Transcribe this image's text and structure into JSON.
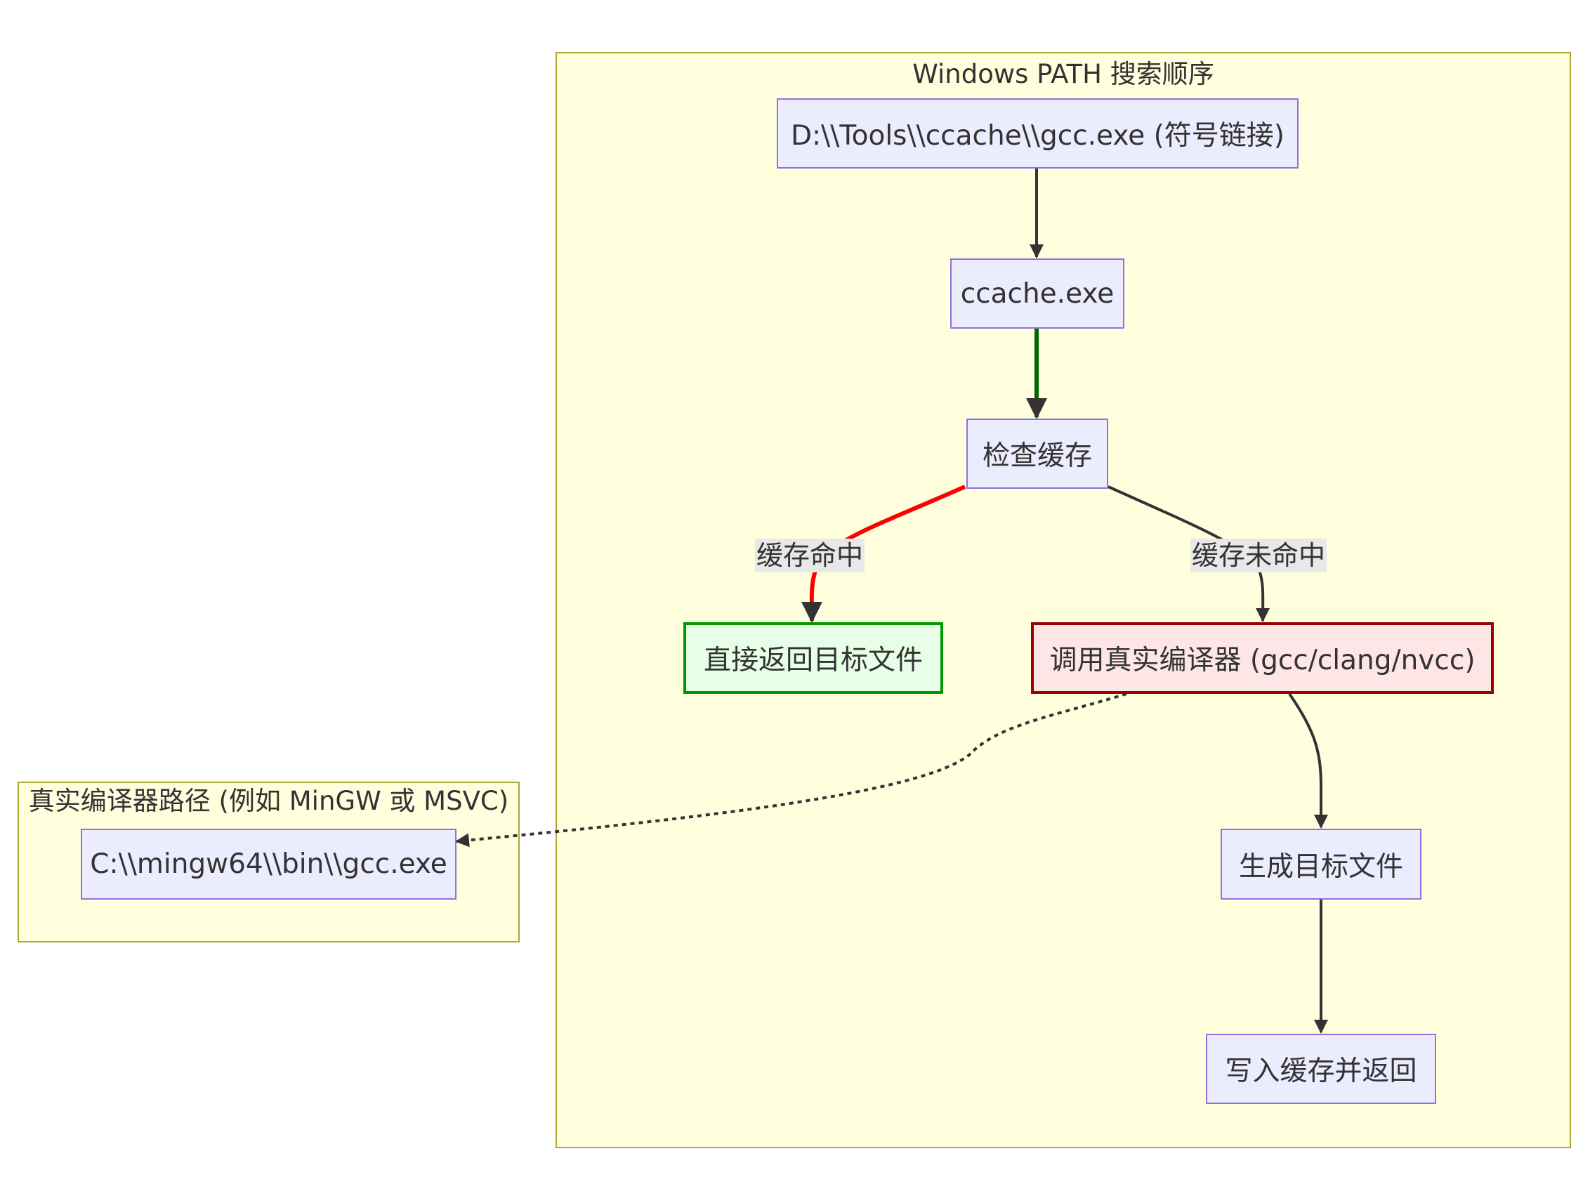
{
  "clusters": {
    "windows_path": {
      "title": "Windows PATH 搜索顺序"
    },
    "real_compiler": {
      "title": "真实编译器路径 (例如 MinGW 或 MSVC)"
    }
  },
  "nodes": {
    "symlink": "D:\\\\Tools\\\\ccache\\\\gcc.exe (符号链接)",
    "ccache": "ccache.exe",
    "check_cache": "检查缓存",
    "return_direct": "直接返回目标文件",
    "invoke_real": "调用真实编译器 (gcc/clang/nvcc)",
    "generate": "生成目标文件",
    "write_return": "写入缓存并返回",
    "real_gcc": "C:\\\\mingw64\\\\bin\\\\gcc.exe"
  },
  "edges": {
    "hit_label": "缓存命中",
    "miss_label": "缓存未命中"
  },
  "colors": {
    "cluster_fill": "#ffffde",
    "cluster_border": "#aaaa33",
    "node_fill": "#ececff",
    "node_border": "#9370db",
    "hit_fill": "#e6ffe6",
    "hit_border": "#009900",
    "miss_fill": "#ffe6e6",
    "miss_border": "#990000",
    "edge_default": "#333333",
    "edge_green": "#006600",
    "edge_red": "#ff0000"
  }
}
